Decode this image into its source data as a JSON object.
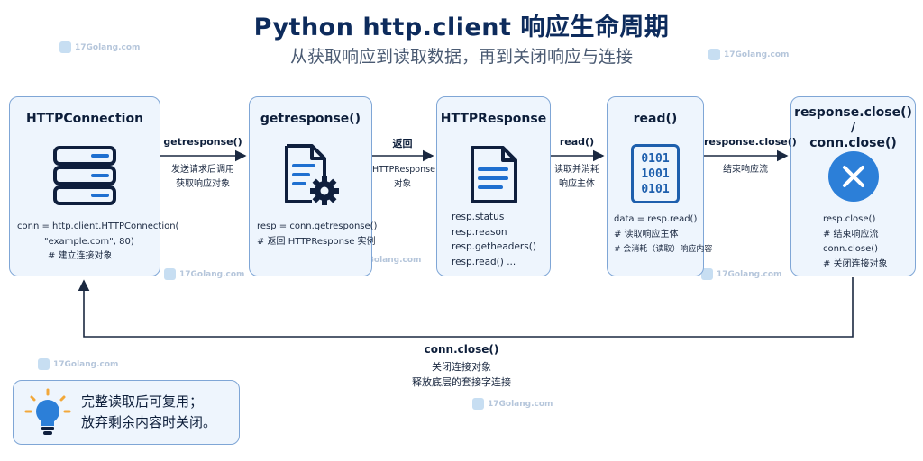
{
  "title": "Python http.client 响应生命周期",
  "subtitle": "从获取响应到读取数据，再到关闭响应与连接",
  "watermark": "17Golang.com",
  "stages": [
    {
      "title": "HTTPConnection",
      "icon": "server-icon",
      "code": [
        "conn = http.client.HTTPConnection(",
        "    \"example.com\", 80)",
        "    # 建立连接对象"
      ]
    },
    {
      "title": "getresponse()",
      "icon": "document-gear-icon",
      "code": [
        "resp = conn.getresponse()",
        "# 返回 HTTPResponse 实例"
      ]
    },
    {
      "title": "HTTPResponse",
      "icon": "document-icon",
      "code": [
        "resp.status",
        "resp.reason",
        "resp.getheaders()",
        "resp.read() ..."
      ]
    },
    {
      "title": "read()",
      "icon": "binary-icon",
      "binary": [
        "0101",
        "1001",
        "0101"
      ],
      "code": [
        "data = resp.read()",
        "# 读取响应主体",
        "# 会消耗（读取）响应内容"
      ]
    },
    {
      "title_line1": "response.close() /",
      "title_line2": "conn.close()",
      "icon": "close-circle-icon",
      "code": [
        "resp.close()",
        "# 结束响应流",
        "conn.close()",
        "# 关闭连接对象"
      ]
    }
  ],
  "edges": [
    {
      "label": "getresponse()",
      "desc": [
        "发送请求后调用",
        "获取响应对象"
      ]
    },
    {
      "label": "返回",
      "desc": [
        "HTTPResponse",
        "对象"
      ]
    },
    {
      "label": "read()",
      "desc": [
        "读取并消耗",
        "响应主体"
      ]
    },
    {
      "label": "response.close()",
      "desc": [
        "结束响应流"
      ]
    }
  ],
  "loop": {
    "label": "conn.close()",
    "desc": [
      "关闭连接对象",
      "释放底层的套接字连接"
    ]
  },
  "tip": {
    "icon": "lightbulb-icon",
    "lines": [
      "完整读取后可复用；",
      "放弃剩余内容时关闭。"
    ]
  },
  "colors": {
    "accent": "#1e5fad",
    "box_border": "#7fa6d6",
    "box_fill": "#eef5fd",
    "close_red": "#2c7fd8"
  }
}
